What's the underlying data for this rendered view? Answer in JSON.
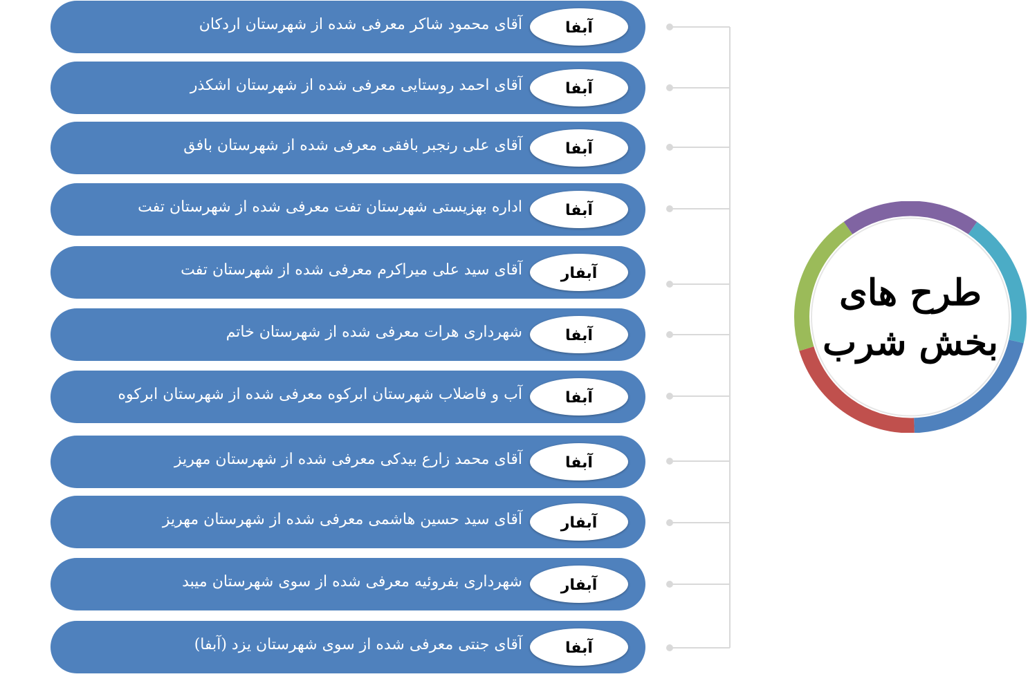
{
  "hub": {
    "title_line1": "طرح های",
    "title_line2": "بخش شرب",
    "ring_colors": [
      "#8064a2",
      "#4bacc6",
      "#4f81bd",
      "#c0504d",
      "#9bbb59"
    ]
  },
  "colors": {
    "row_fill": "#4f81bd",
    "badge_fill": "#ffffff",
    "connector": "#d9d9d9",
    "dot": "#d9d9d9"
  },
  "rows": [
    {
      "text": "آقای محمود شاکر معرفی شده از شهرستان اردکان",
      "badge": "آبفا"
    },
    {
      "text": "آقای احمد روستایی معرفی شده از شهرستان اشکذر",
      "badge": "آبفا"
    },
    {
      "text": "آقای علی رنجبر بافقی معرفی شده از شهرستان بافق",
      "badge": "آبفا"
    },
    {
      "text": "اداره بهزیستی شهرستان تفت معرفی شده از شهرستان تفت",
      "badge": "آبفا"
    },
    {
      "text": "آقای سید علی میراکرم معرفی شده از شهرستان تفت",
      "badge": "آبفار"
    },
    {
      "text": "شهرداری هرات معرفی شده از شهرستان خاتم",
      "badge": "آبفا"
    },
    {
      "text": "آب و فاضلاب شهرستان ابرکوه معرفی شده از شهرستان ابرکوه",
      "badge": "آبفا"
    },
    {
      "text": "آقای محمد زارع بیدکی معرفی شده از شهرستان مهریز",
      "badge": "آبفا"
    },
    {
      "text": "آقای سید حسین هاشمی معرفی شده از شهرستان مهریز",
      "badge": "آبفار"
    },
    {
      "text": "شهرداری بفروئیه معرفی شده از سوی شهرستان میبد",
      "badge": "آبفار"
    },
    {
      "text": "آقای جنتی معرفی شده از سوی شهرستان یزد (آبفا)",
      "badge": "آبفا"
    }
  ]
}
